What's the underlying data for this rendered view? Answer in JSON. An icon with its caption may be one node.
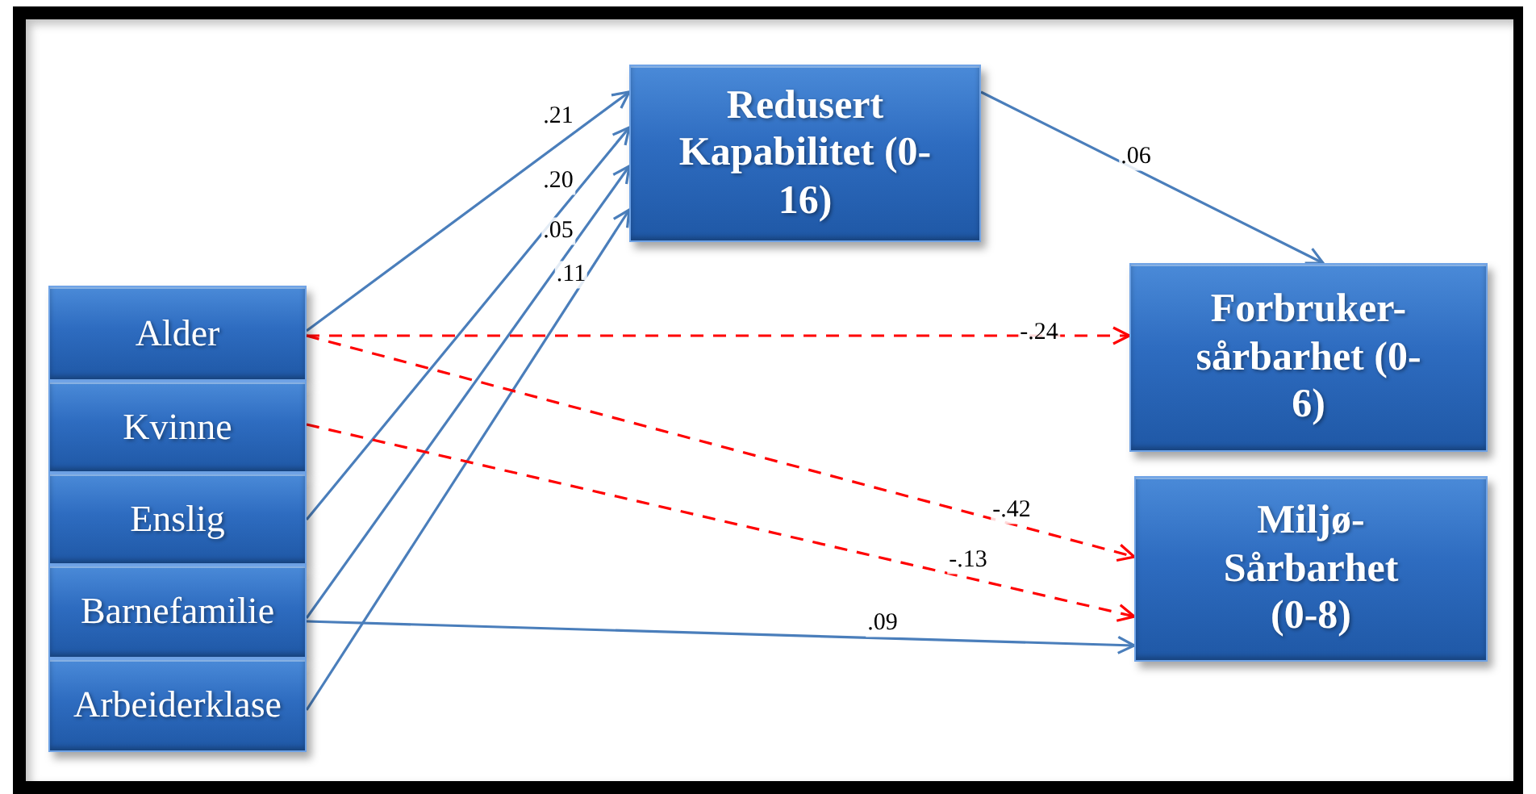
{
  "diagram": {
    "nodes": [
      {
        "text": [
          "Redusert Kapabilitet (0-16)"
        ]
      },
      {
        "text": [
          "Alder"
        ]
      },
      {
        "text": [
          "Kvinne"
        ]
      },
      {
        "text": [
          "Enslig"
        ]
      },
      {
        "text": [
          "Barnefamilie"
        ]
      },
      {
        "text": [
          "Arbeiderklase"
        ]
      },
      {
        "text": [
          "Forbruker- sårbarhet (0-6)"
        ]
      },
      {
        "text": [
          "Miljø- Sårbarhet (0-8)"
        ]
      }
    ],
    "edges": [
      {
        "from": 1,
        "to": 0,
        "arrow": "to",
        "label": ".21"
      },
      {
        "from": 3,
        "to": 0,
        "arrow": "to",
        "label": ".20"
      },
      {
        "from": 4,
        "to": 0,
        "arrow": "to",
        "label": ".05"
      },
      {
        "from": 5,
        "to": 0,
        "arrow": "to",
        "label": ".11"
      },
      {
        "from": 0,
        "to": 6,
        "arrow": "to",
        "label": ".06"
      },
      {
        "from": 1,
        "to": 6,
        "arrow": "to",
        "label": "-.24",
        "style": "dashed",
        "color": "#ff0000"
      },
      {
        "from": 1,
        "to": 7,
        "arrow": "to",
        "label": "-.42",
        "style": "dashed",
        "color": "#ff0000"
      },
      {
        "from": 2,
        "to": 7,
        "arrow": "to",
        "label": "-.13",
        "style": "dashed",
        "color": "#ff0000"
      },
      {
        "from": 4,
        "to": 7,
        "arrow": "to",
        "label": ".09"
      }
    ]
  }
}
